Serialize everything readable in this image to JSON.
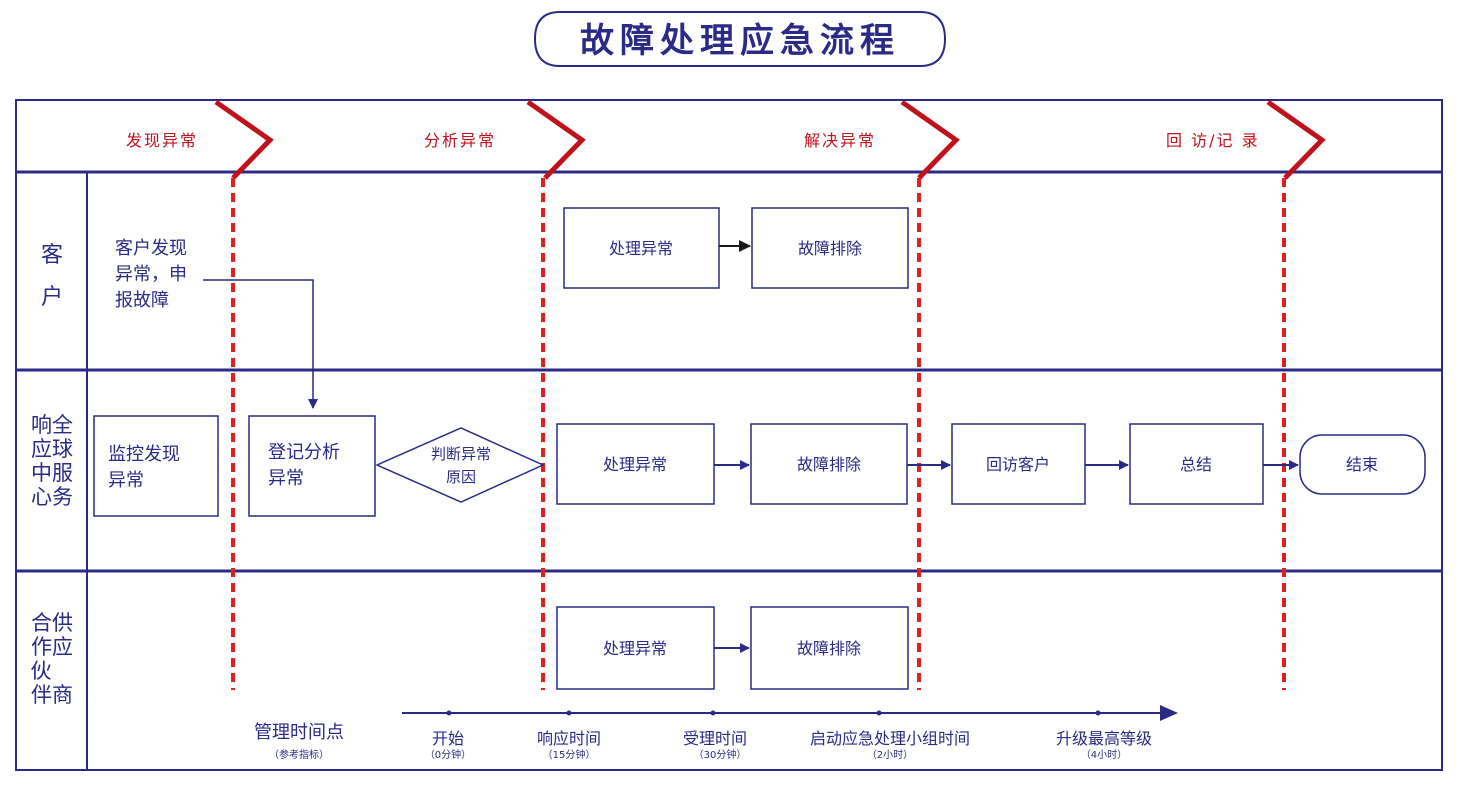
{
  "title": "故障处理应急流程",
  "phases": [
    "发现异常",
    "分析异常",
    "解决异常",
    "回 访/记 录"
  ],
  "lanes": {
    "customer": [
      "客",
      "户"
    ],
    "service": [
      "响全",
      "应球",
      "中服",
      "心务"
    ],
    "partner": [
      "合供",
      "作应",
      "伙",
      "伴商"
    ]
  },
  "customer_report": [
    "客户发现",
    "异常，申",
    "报故障"
  ],
  "customer_handle": "处理异常",
  "customer_fix": "故障排除",
  "monitor": [
    "监控发现",
    "异常"
  ],
  "register": [
    "登记分析",
    "异常"
  ],
  "judge": [
    "判断异常",
    "原因"
  ],
  "service_handle": "处理异常",
  "service_fix": "故障排除",
  "revisit": "回访客户",
  "summary": "总结",
  "end": "结束",
  "partner_handle": "处理异常",
  "partner_fix": "故障排除",
  "timeline": {
    "label": "管理时间点",
    "label_note": "（参考指标）",
    "points": [
      {
        "name": "开始",
        "note": "（0分钟）"
      },
      {
        "name": "响应时间",
        "note": "（15分钟）"
      },
      {
        "name": "受理时间",
        "note": "（30分钟）"
      },
      {
        "name": "启动应急处理小组时间",
        "note": "（2小时）"
      },
      {
        "name": "升级最高等级",
        "note": "（4小时）"
      }
    ]
  },
  "colors": {
    "frame": "#2b2a86",
    "phase_text": "#c0121b",
    "chevron": "#c0121b",
    "divider": "#e02020",
    "arrow_dark": "#1a1a1a"
  }
}
